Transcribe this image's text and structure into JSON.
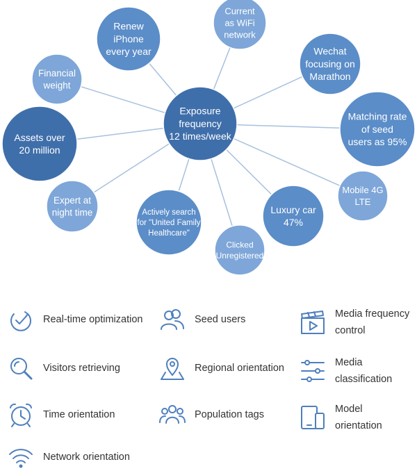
{
  "diagram": {
    "center": {
      "text": [
        "Exposure",
        "frequency",
        "12 times/week"
      ]
    },
    "nodes": [
      {
        "id": "renew-iphone",
        "text": [
          "Renew",
          "iPhone",
          "every year"
        ],
        "shade": "mid"
      },
      {
        "id": "wifi",
        "text": [
          "Current",
          "as WiFi",
          "network"
        ],
        "shade": "light"
      },
      {
        "id": "wechat",
        "text": [
          "Wechat",
          "focusing on",
          "Marathon"
        ],
        "shade": "mid"
      },
      {
        "id": "financial",
        "text": [
          "Financial",
          "weight"
        ],
        "shade": "light"
      },
      {
        "id": "seed-rate",
        "text": [
          "Matching rate",
          "of seed",
          "users as 95%"
        ],
        "shade": "mid"
      },
      {
        "id": "assets",
        "text": [
          "Assets over",
          "20 million"
        ],
        "shade": "dark"
      },
      {
        "id": "mobile",
        "text": [
          "Mobile 4G",
          "LTE"
        ],
        "shade": "light"
      },
      {
        "id": "expert",
        "text": [
          "Expert at",
          "night time"
        ],
        "shade": "light"
      },
      {
        "id": "search",
        "text": [
          "Actively search",
          "for \"United Family",
          "Healthcare\""
        ],
        "shade": "mid"
      },
      {
        "id": "luxury",
        "text": [
          "Luxury car",
          "47%"
        ],
        "shade": "mid"
      },
      {
        "id": "clicked",
        "text": [
          "Clicked",
          "Unregistered"
        ],
        "shade": "light"
      }
    ],
    "colors": {
      "dark": "#3f6faa",
      "mid": "#5b8dc8",
      "light": "#7ea6d8",
      "line": "#a7c0de"
    }
  },
  "legend": {
    "icon_color": "#4e7fbd",
    "items": [
      {
        "icon": "realtime-optimization-icon",
        "label": "Real-time optimization"
      },
      {
        "icon": "seed-users-icon",
        "label": "Seed users"
      },
      {
        "icon": "media-frequency-icon",
        "label": "Media frequency\ncontrol"
      },
      {
        "icon": "visitors-retrieving-icon",
        "label": "Visitors retrieving"
      },
      {
        "icon": "regional-orientation-icon",
        "label": "Regional orientation"
      },
      {
        "icon": "media-classification-icon",
        "label": "Media\nclassification"
      },
      {
        "icon": "time-orientation-icon",
        "label": "Time orientation"
      },
      {
        "icon": "population-tags-icon",
        "label": "Population tags"
      },
      {
        "icon": "model-orientation-icon",
        "label": "Model\norientation"
      },
      {
        "icon": "network-orientation-icon",
        "label": "Network orientation"
      }
    ]
  }
}
